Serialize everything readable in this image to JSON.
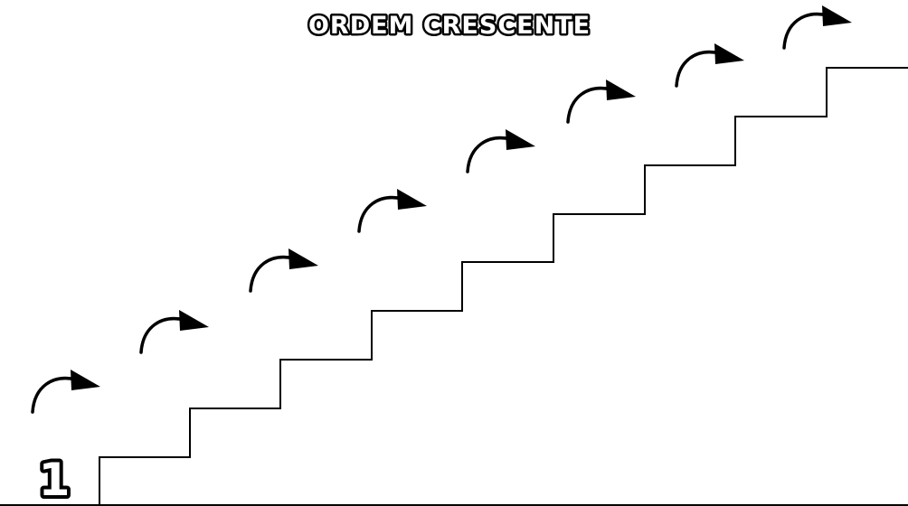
{
  "title": "ORDEM CRESCENTE",
  "start_number": "1",
  "steps_count": 9,
  "arrows_count": 8,
  "colors": {
    "background": "#ffffff",
    "ink": "#000000"
  },
  "icons": [
    "curved-arrow-icon"
  ]
}
